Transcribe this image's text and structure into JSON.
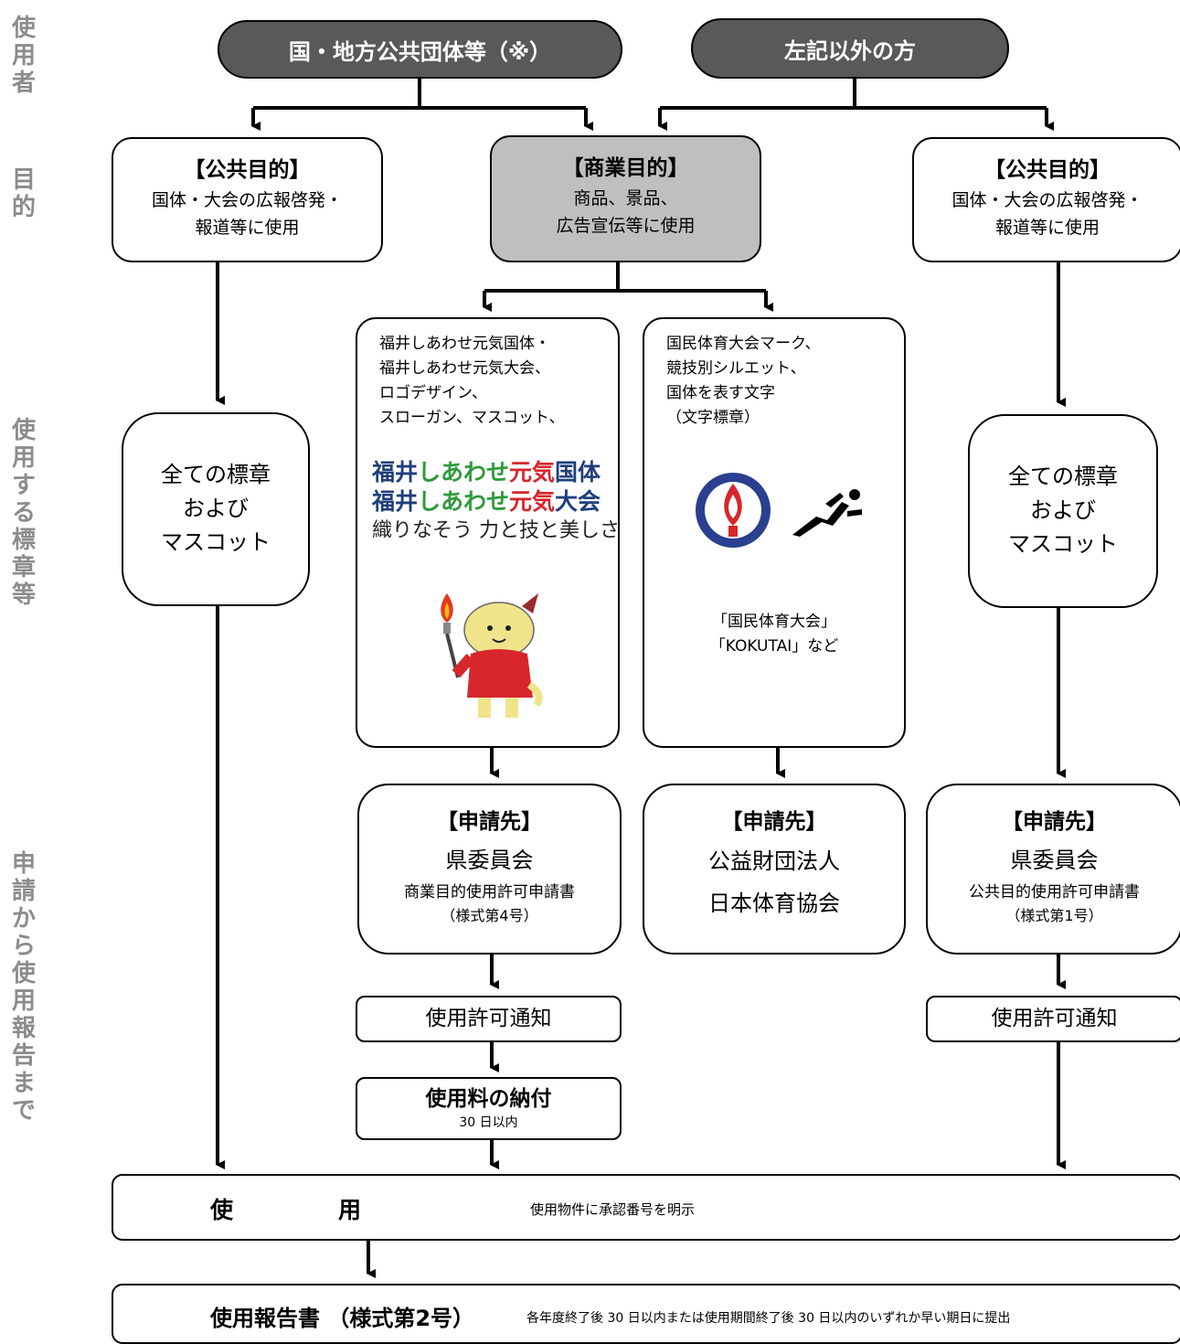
{
  "side_labels": {
    "user": "使用者",
    "purpose": "目的",
    "marks": "使用する標章等",
    "process": "申請から使用報告まで"
  },
  "users": {
    "public": "国・地方公共団体等（※）",
    "other": "左記以外の方"
  },
  "purpose_left": {
    "title": "【公共目的】",
    "line1": "国体・大会の広報啓発・",
    "line2": "報道等に使用"
  },
  "purpose_center": {
    "title": "【商業目的】",
    "line1": "商品、景品、",
    "line2": "広告宣伝等に使用"
  },
  "purpose_right": {
    "title": "【公共目的】",
    "line1": "国体・大会の広報啓発・",
    "line2": "報道等に使用"
  },
  "marks_left": {
    "line1": "全ての標章",
    "line2": "および",
    "line3": "マスコット"
  },
  "marks_right": {
    "line1": "全ての標章",
    "line2": "および",
    "line3": "マスコット"
  },
  "marks_fukui": {
    "line1": "福井しあわせ元気国体・",
    "line2": "福井しあわせ元気大会、",
    "line3": "ロゴデザイン、",
    "line4": "スローガン、マスコット、",
    "logo1_a": "福井",
    "logo1_b": "しあわせ",
    "logo1_c": "元気",
    "logo1_d": "国体",
    "logo2_a": "福井",
    "logo2_b": "しあわせ",
    "logo2_c": "元気",
    "logo2_d": "大会",
    "slogan": "織りなそう 力と技と美しさ"
  },
  "marks_national": {
    "line1": "国民体育大会マーク、",
    "line2": "競技別シルエット、",
    "line3": "国体を表す文字",
    "line4": "（文字標章）",
    "caption1": "「国民体育大会」",
    "caption2": "「KOKUTAI」など"
  },
  "apply_left": {
    "title": "【申請先】",
    "org": "県委員会",
    "form": "商業目的使用許可申請書",
    "form_no": "（様式第4号）"
  },
  "apply_center": {
    "title": "【申請先】",
    "org1": "公益財団法人",
    "org2": "日本体育協会"
  },
  "apply_right": {
    "title": "【申請先】",
    "org": "県委員会",
    "form": "公共目的使用許可申請書",
    "form_no": "（様式第1号）"
  },
  "permit_left": "使用許可通知",
  "permit_right": "使用許可通知",
  "fee": {
    "title": "使用料の納付",
    "note": "30 日以内"
  },
  "use": {
    "char1": "使",
    "char2": "用",
    "note": "使用物件に承認番号を明示"
  },
  "report": {
    "title": "使用報告書 （様式第2号）",
    "note": "各年度終了後 30 日以内または使用期間終了後 30 日以内のいずれか早い期日に提出"
  }
}
